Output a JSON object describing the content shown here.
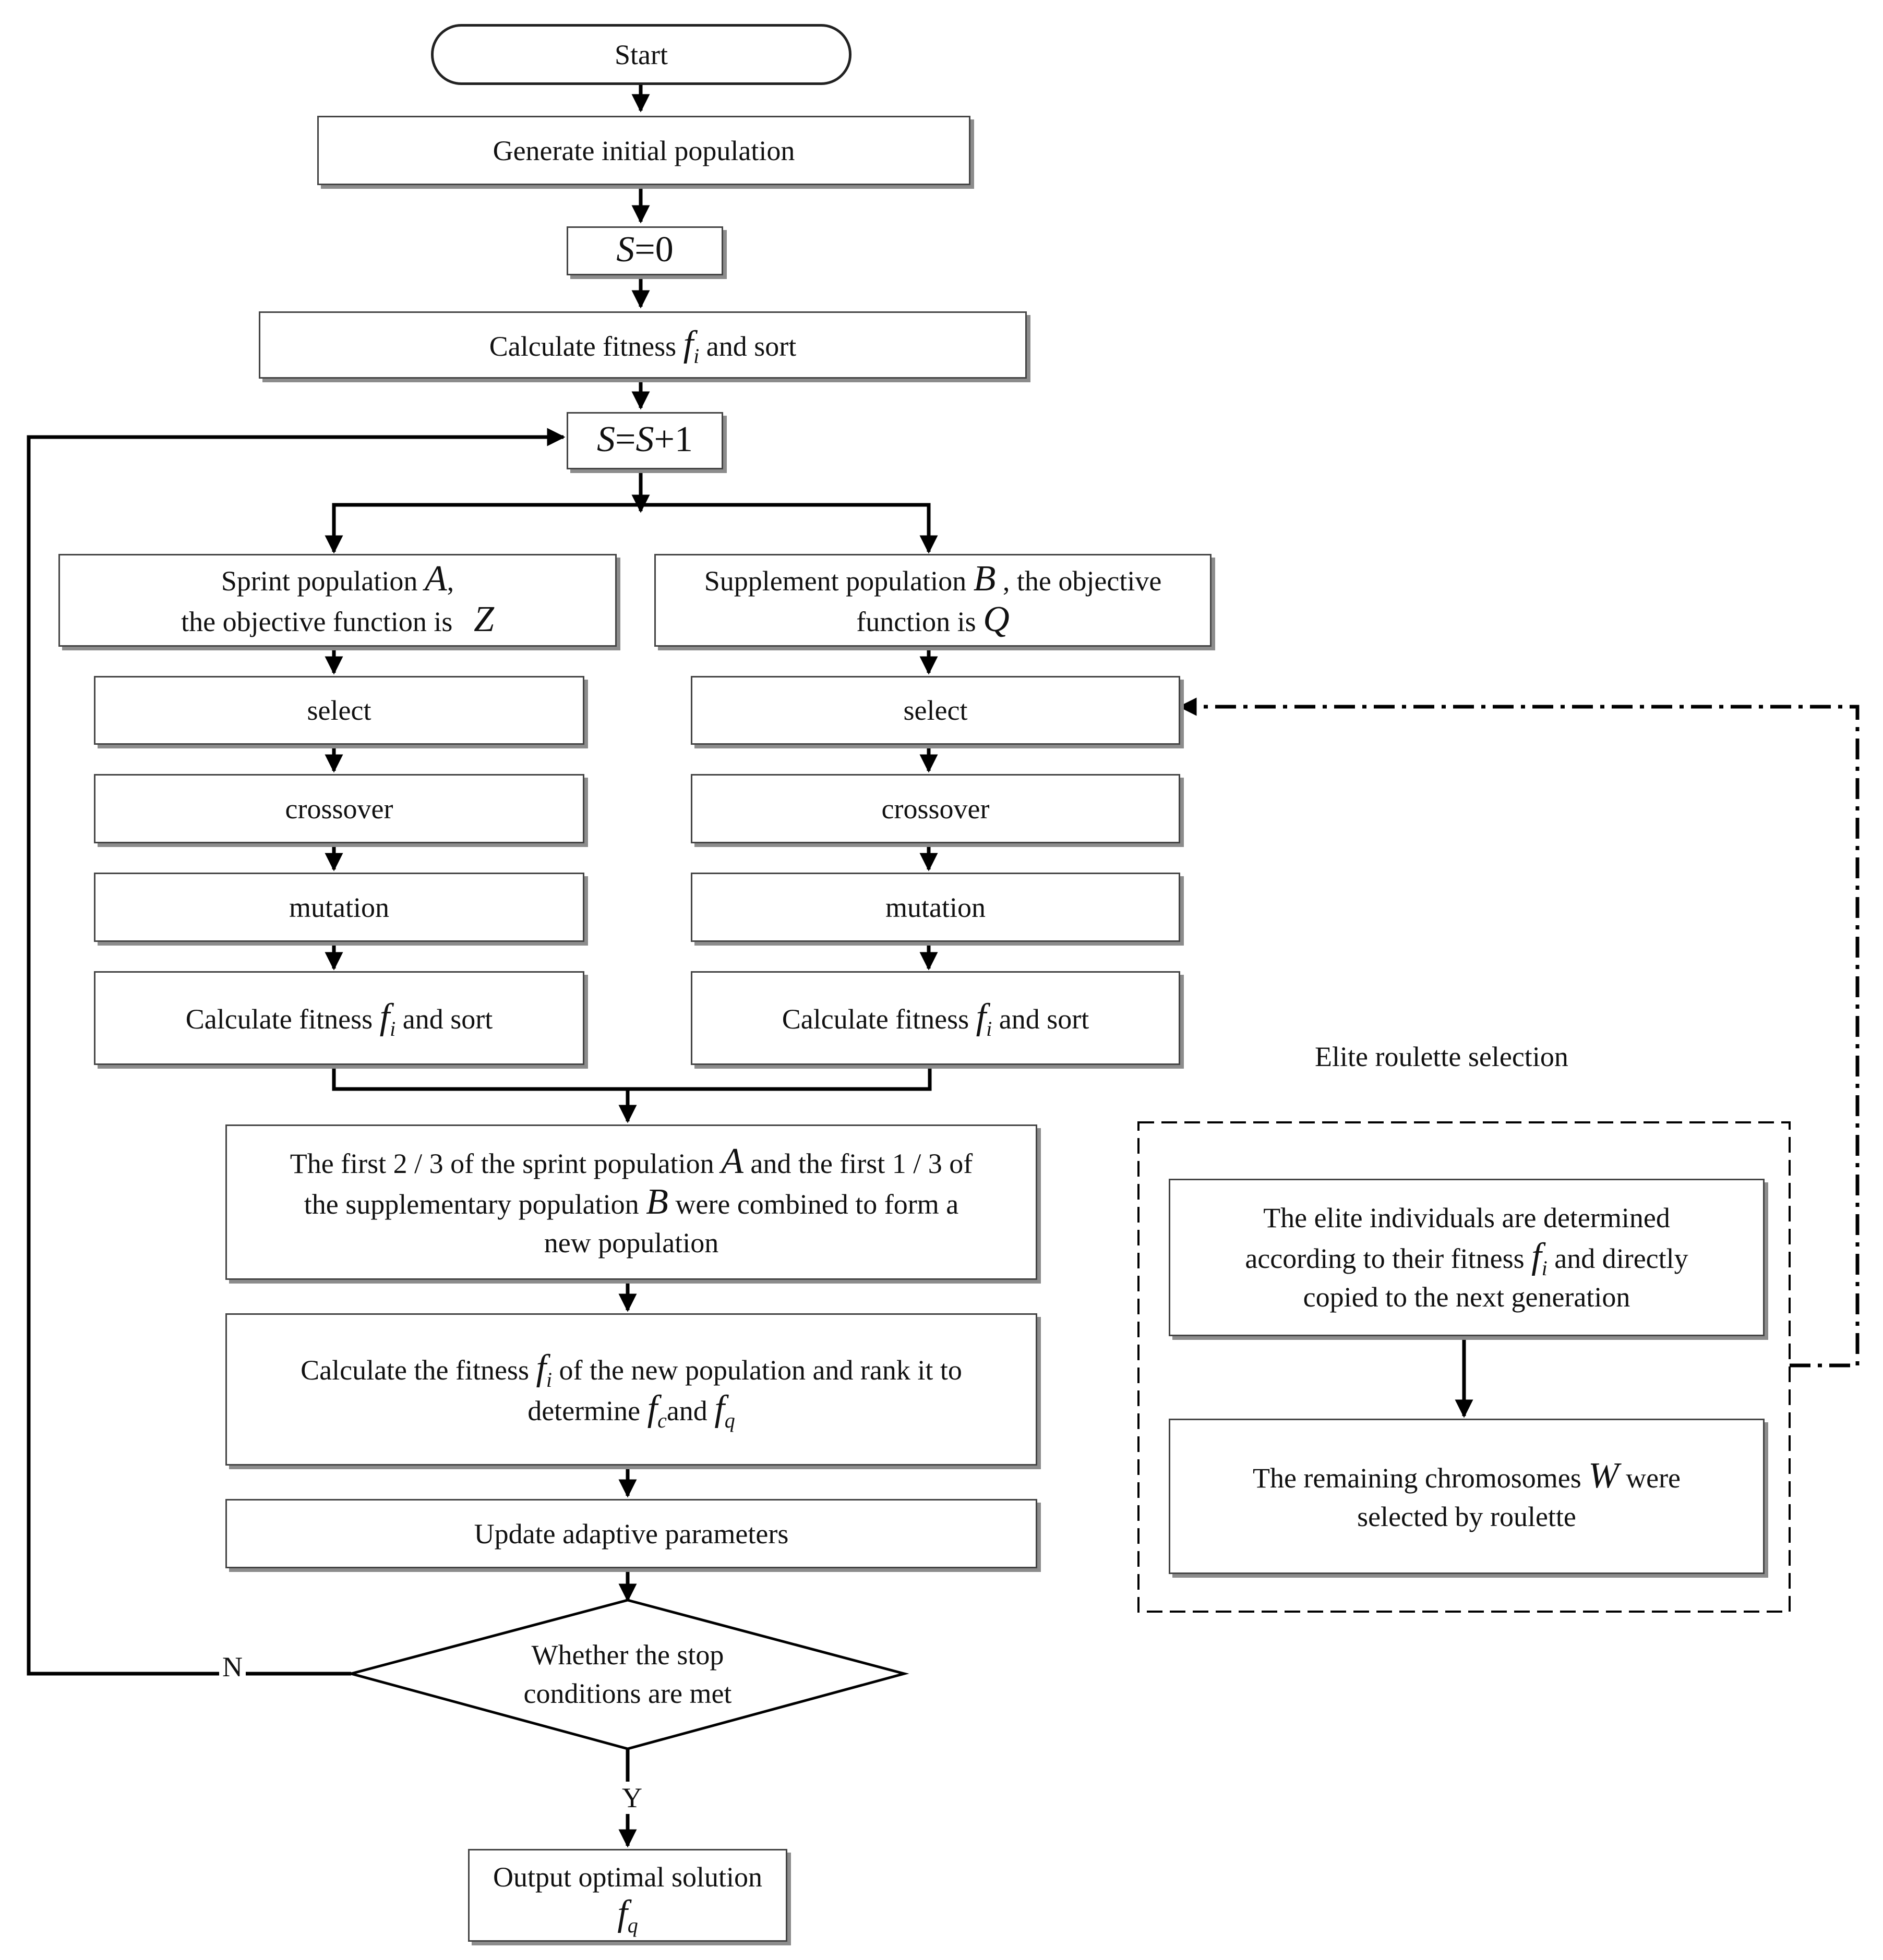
{
  "nodes": {
    "start": "Start",
    "generate": "Generate initial population",
    "s_init": {
      "var": "S",
      "op": "=",
      "val": "0"
    },
    "calc_sort": {
      "before": "Calculate fitness",
      "var": "f",
      "sub": "i",
      "after": "and sort"
    },
    "s_inc": {
      "var": "S",
      "op": "=",
      "var2": "S",
      "op2": "+",
      "val": "1"
    },
    "sprint": {
      "l1": "Sprint population",
      "l1_var": "A",
      "l1_end": ",",
      "l2": "the objective function is",
      "l2_var": "Z"
    },
    "supplement": {
      "l1": "Supplement population",
      "l1_var": "B",
      "l1_end": ", the objective",
      "l2": "function is",
      "l2_var": "Q"
    },
    "left_ops": {
      "select": "select",
      "crossover": "crossover",
      "mutation": "mutation",
      "calc_before": "Calculate fitness",
      "calc_var": "f",
      "calc_sub": "i",
      "calc_after": "and sort"
    },
    "right_ops": {
      "select": "select",
      "crossover": "crossover",
      "mutation": "mutation",
      "calc_before": "Calculate fitness",
      "calc_var": "f",
      "calc_sub": "i",
      "calc_after": "and sort"
    },
    "combine": {
      "l1a": "The first 2 / 3 of the sprint population",
      "l1_var": "A",
      "l1b": "and the first 1 / 3 of",
      "l2a": "the supplementary population",
      "l2_var": "B",
      "l2b": "were combined to form a",
      "l3": "new population"
    },
    "rank": {
      "l1a": "Calculate the fitness",
      "l1_var": "f",
      "l1_sub": "i",
      "l1b": "of the new population and rank it to",
      "l2a": "determine",
      "l2_var1": "f",
      "l2_sub1": "c",
      "l2_and": "and",
      "l2_var2": "f",
      "l2_sub2": "q"
    },
    "update": "Update adaptive parameters",
    "decision": {
      "l1": "Whether the stop",
      "l2": "conditions are met"
    },
    "output": {
      "l1": "Output optimal solution",
      "var": "f",
      "sub": "q"
    }
  },
  "elite": {
    "title": "Elite roulette selection",
    "box1": {
      "l1": "The elite individuals are determined",
      "l2a": "according to their fitness",
      "l2_var": "f",
      "l2_sub": "i",
      "l2b": "and directly",
      "l3": "copied to the next generation"
    },
    "box2": {
      "l1a": "The remaining chromosomes",
      "l1_var": "W",
      "l1b": "were",
      "l2": "selected by roulette"
    }
  },
  "edge_labels": {
    "no": "N",
    "yes": "Y"
  },
  "colors": {
    "line": "#000000",
    "box_border": "#444444",
    "shadow": "#8c8c8c"
  }
}
